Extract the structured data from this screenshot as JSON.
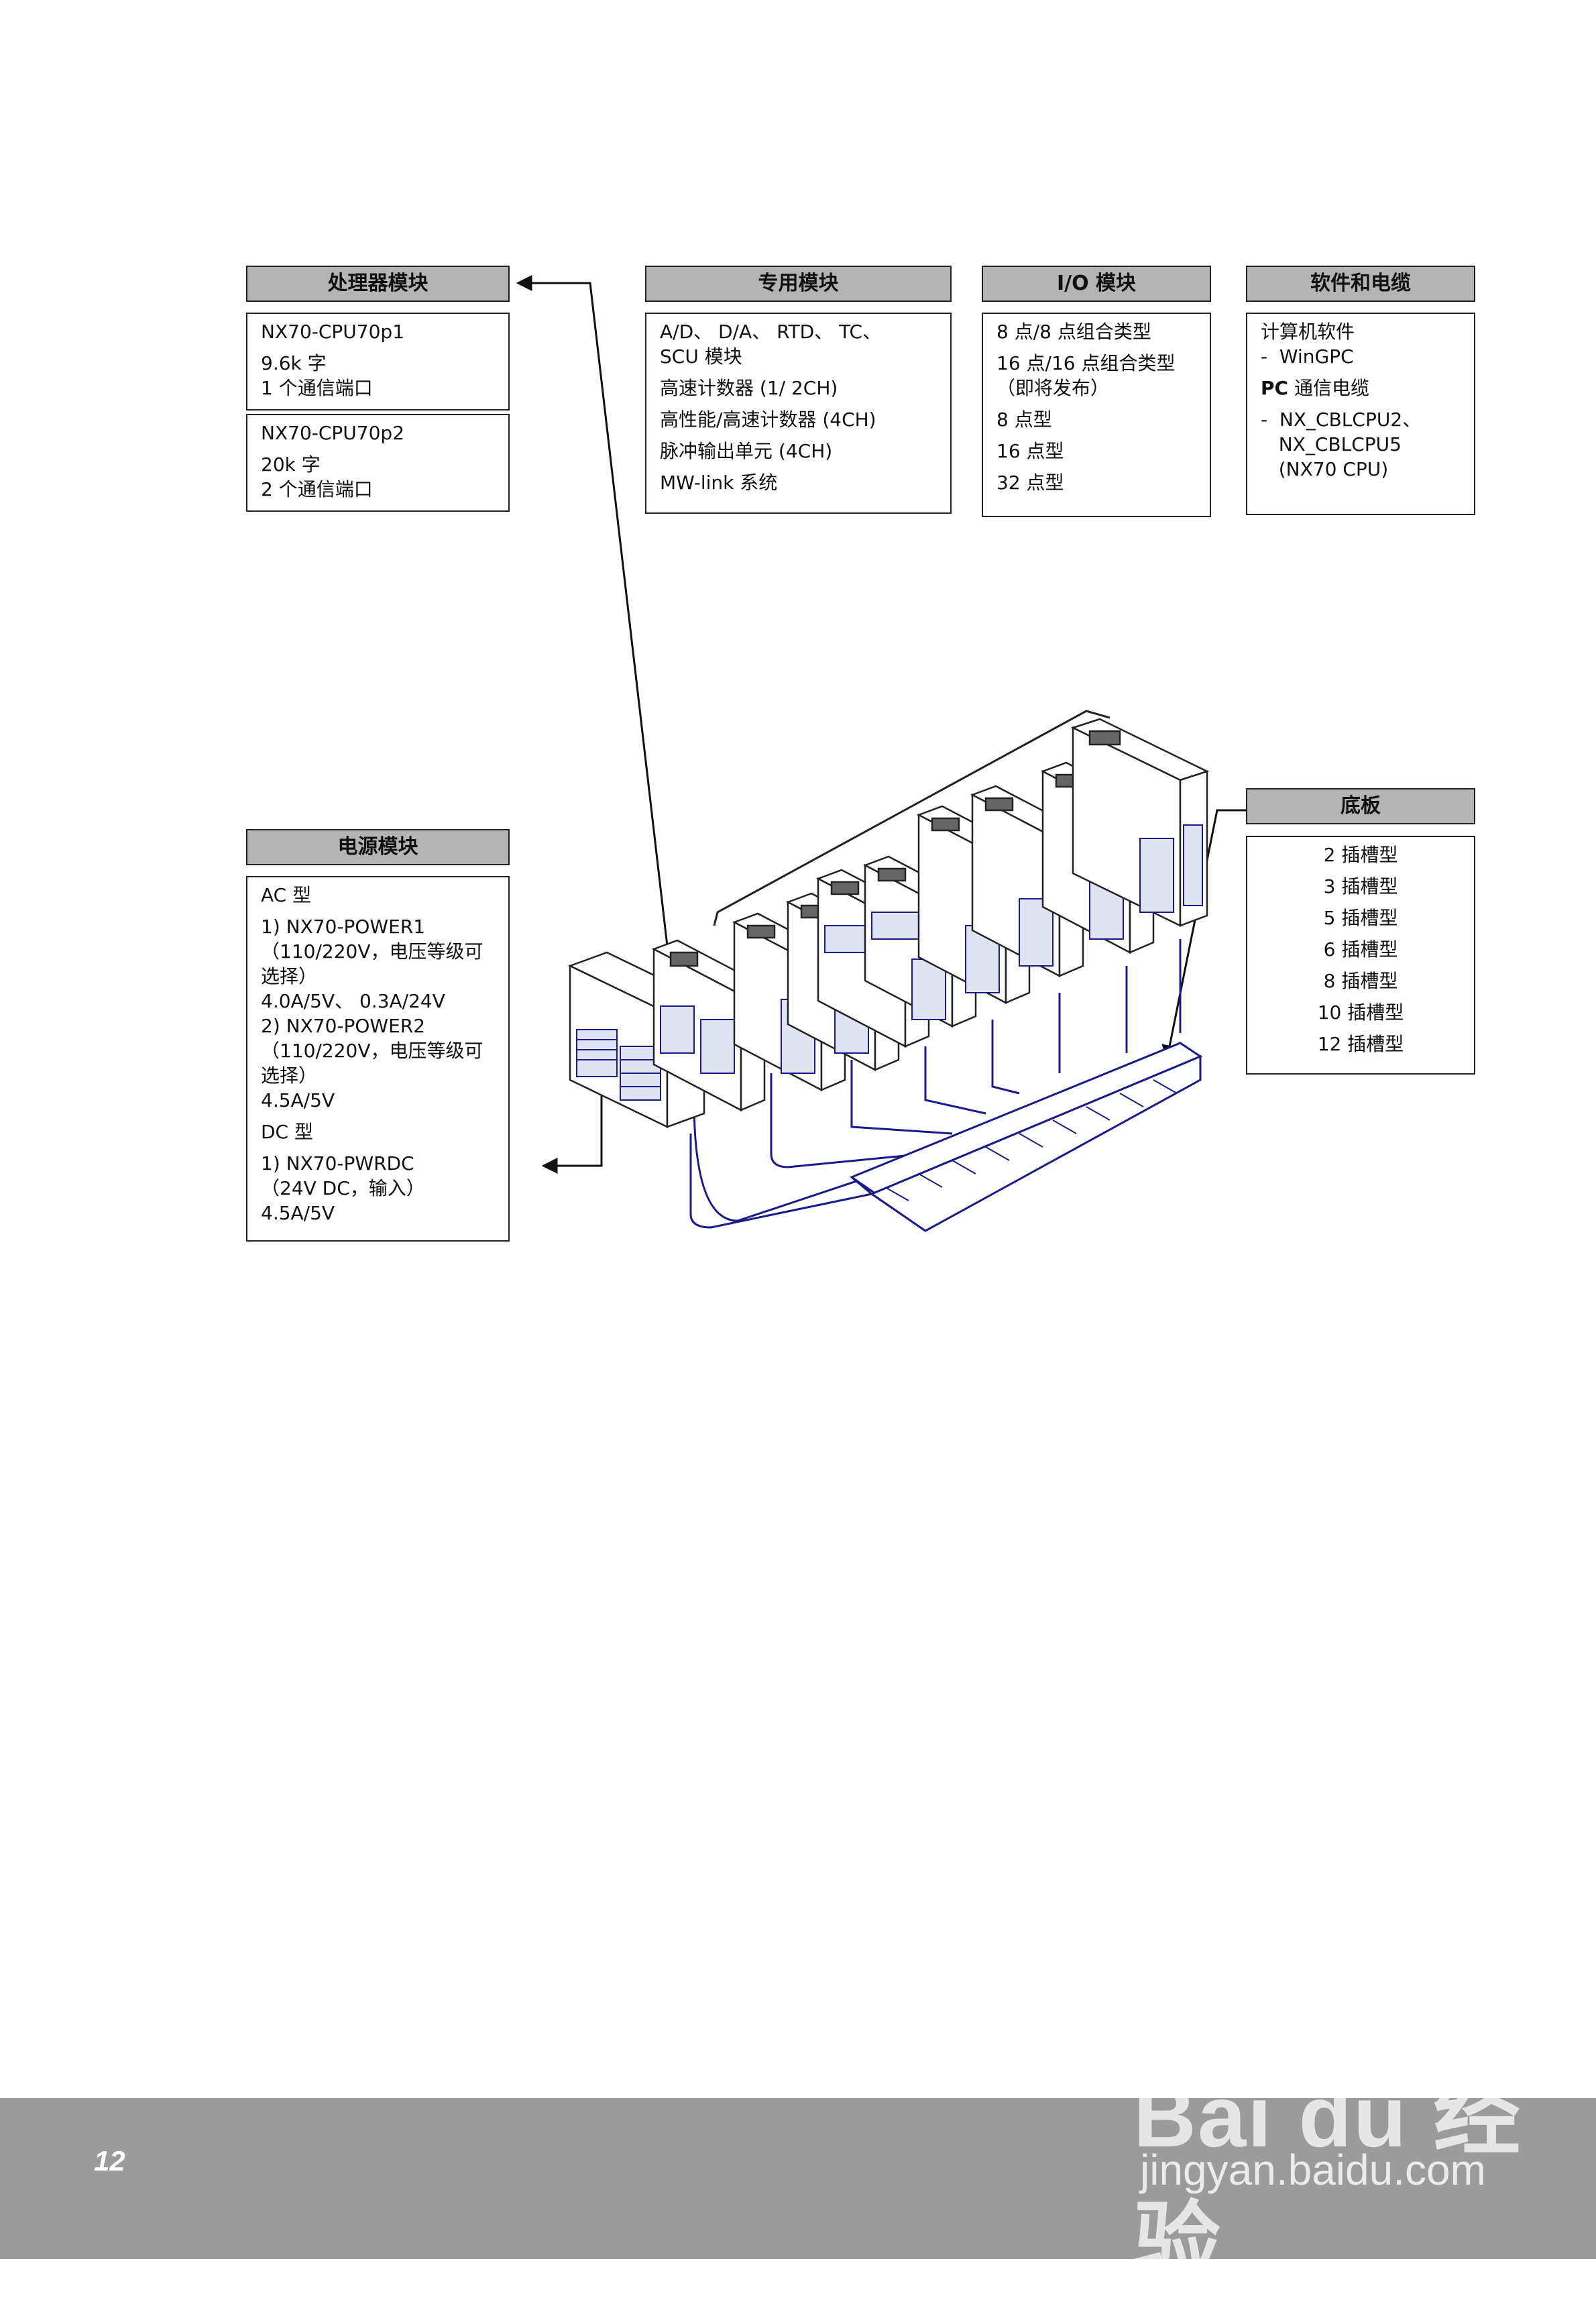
{
  "processor": {
    "title": "处理器模块",
    "cpu1": {
      "model": "NX70-CPU70p1",
      "lines": [
        "9.6k 字",
        "1 个通信端口"
      ]
    },
    "cpu2": {
      "model": "NX70-CPU70p2",
      "lines": [
        "20k 字",
        "2 个通信端口"
      ]
    }
  },
  "special": {
    "title": "专用模块",
    "items": [
      "A/D、 D/A、 RTD、 TC、",
      "SCU 模块",
      "高速计数器 (1/ 2CH)",
      "高性能/高速计数器 (4CH)",
      "脉冲输出单元 (4CH)",
      "MW-link 系统"
    ]
  },
  "io": {
    "title": "I/O 模块",
    "items": [
      "8 点/8 点组合类型",
      "16 点/16 点组合类型",
      "（即将发布）",
      "8 点型",
      "16 点型",
      "32 点型"
    ]
  },
  "software": {
    "title": "软件和电缆",
    "line1": "计算机软件",
    "line2": "-  WinGPC",
    "pc_bold": "PC",
    "pc_rest": " 通信电缆",
    "cable1": "-  NX_CBLCPU2、",
    "cable2": "   NX_CBLCPU5",
    "cable3": "   (NX70 CPU)"
  },
  "power": {
    "title": "电源模块",
    "ac_type": "AC 型",
    "p1_model": "1) NX70-POWER1",
    "p1_l1": "（110/220V，电压等级可",
    "p1_l2": "选择）",
    "p1_l3": "4.0A/5V、 0.3A/24V",
    "p2_model": "2) NX70-POWER2",
    "p2_l1": "（110/220V，电压等级可",
    "p2_l2": "选择）",
    "p2_l3": "4.5A/5V",
    "dc_type": "DC 型",
    "dc_model": "1) NX70-PWRDC",
    "dc_l1": "（24V DC，输入）",
    "dc_l2": "4.5A/5V"
  },
  "backplane": {
    "title": "底板",
    "items": [
      "2 插槽型",
      "3 插槽型",
      "5 插槽型",
      "6 插槽型",
      "8 插槽型",
      "10 插槽型",
      "12 插槽型"
    ]
  },
  "footer": {
    "page_number": "12",
    "watermark_logo": "Bai du 经验",
    "watermark_url": "jingyan.baidu.com"
  }
}
